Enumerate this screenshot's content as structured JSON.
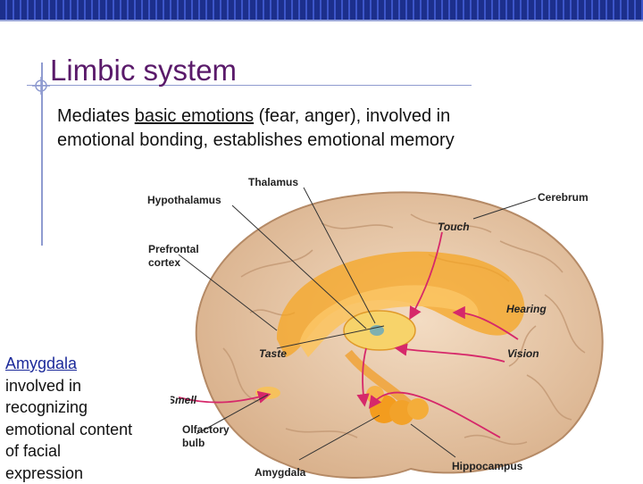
{
  "slide": {
    "title": "Limbic system",
    "body": {
      "prefix": "Mediates ",
      "underlined": "basic emotions",
      "rest_line1": " (fear, anger), involved in",
      "line2": "emotional bonding, establishes emotional memory"
    },
    "caption": {
      "title": "Amygdala",
      "lines": [
        "involved in",
        "recognizing",
        "emotional content",
        "of facial",
        "expression"
      ]
    }
  },
  "diagram": {
    "labels": {
      "thalamus": "Thalamus",
      "hypothalamus": "Hypothalamus",
      "cerebrum": "Cerebrum",
      "touch": "Touch",
      "prefrontal_line1": "Prefrontal",
      "prefrontal_line2": "cortex",
      "hearing": "Hearing",
      "taste": "Taste",
      "vision": "Vision",
      "smell": "Smell",
      "olfactory_line1": "Olfactory",
      "olfactory_line2": "bulb",
      "amygdala": "Amygdala",
      "hippocampus": "Hippocampus"
    }
  },
  "colors": {
    "title": "#5a1a6a",
    "caption_title": "#1c2a9a",
    "brain": "#e8c9a8",
    "limbic": "#f6a623",
    "arrow": "#d6286a"
  }
}
